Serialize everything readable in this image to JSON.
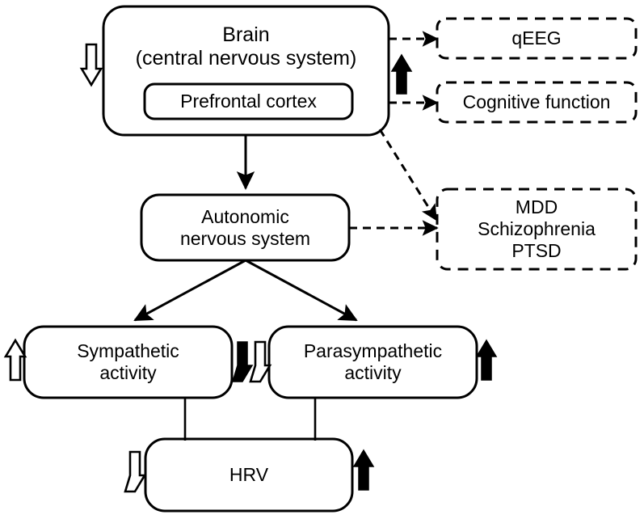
{
  "diagram": {
    "title": "Brain-autonomic-HRV relationship diagram",
    "stroke_color": "#000000",
    "background_color": "#ffffff",
    "nodes": {
      "brain": {
        "label": "Brain\n(central nervous system)",
        "line1": "Brain",
        "line2": "(central nervous system)",
        "style": "solid-rounded"
      },
      "prefrontal_cortex": {
        "label": "Prefrontal cortex",
        "style": "solid-rounded"
      },
      "autonomic_nervous_system": {
        "label": "Autonomic\nnervous system",
        "line1": "Autonomic",
        "line2": "nervous system",
        "style": "solid-rounded"
      },
      "sympathetic": {
        "label": "Sympathetic\nactivity",
        "line1": "Sympathetic",
        "line2": "activity",
        "style": "solid-rounded"
      },
      "parasympathetic": {
        "label": "Parasympathetic\nactivity",
        "line1": "Parasympathetic",
        "line2": "activity",
        "style": "solid-rounded"
      },
      "hrv": {
        "label": "HRV",
        "style": "solid-rounded"
      },
      "qeeg": {
        "label": "qEEG",
        "style": "dashed-rounded"
      },
      "cognitive_function": {
        "label": "Cognitive function",
        "style": "dashed-rounded"
      },
      "disorders": {
        "label": "MDD\nSchizophrenia\nPTSD",
        "line1": "MDD",
        "line2": "Schizophrenia",
        "line3": "PTSD",
        "style": "dashed-rounded"
      }
    },
    "markers": [
      {
        "name": "brain-decrease-marker",
        "glyph": "hollow-down-arrow",
        "meaning": "decrease",
        "fill": "white"
      },
      {
        "name": "brain-increase-marker",
        "glyph": "solid-up-arrow",
        "meaning": "increase",
        "fill": "black"
      },
      {
        "name": "sympathetic-increase-marker",
        "glyph": "hollow-up-arrow",
        "meaning": "increase",
        "fill": "white"
      },
      {
        "name": "sympathetic-decrease-marker",
        "glyph": "solid-down-arrow",
        "meaning": "decrease",
        "fill": "black"
      },
      {
        "name": "parasympathetic-decrease-marker",
        "glyph": "hollow-down-arrow",
        "meaning": "decrease",
        "fill": "white"
      },
      {
        "name": "parasympathetic-increase-marker",
        "glyph": "solid-up-arrow",
        "meaning": "increase",
        "fill": "black"
      },
      {
        "name": "hrv-decrease-marker",
        "glyph": "hollow-down-arrow",
        "meaning": "decrease",
        "fill": "white"
      },
      {
        "name": "hrv-increase-marker",
        "glyph": "solid-up-arrow",
        "meaning": "increase",
        "fill": "black"
      }
    ],
    "edges": [
      {
        "name": "brain-to-ans-edge",
        "from": "brain",
        "to": "autonomic_nervous_system",
        "style": "solid",
        "arrow": true
      },
      {
        "name": "brain-to-qeeg-edge",
        "from": "brain",
        "to": "qeeg",
        "style": "dashed",
        "arrow": true
      },
      {
        "name": "brain-to-cognitive-edge",
        "from": "brain",
        "to": "cognitive_function",
        "style": "dashed",
        "arrow": true
      },
      {
        "name": "brain-to-disorders-edge",
        "from": "brain",
        "to": "disorders",
        "style": "dashed",
        "arrow": true
      },
      {
        "name": "ans-to-disorders-edge",
        "from": "autonomic_nervous_system",
        "to": "disorders",
        "style": "dashed",
        "arrow": true
      },
      {
        "name": "ans-to-sympathetic-edge",
        "from": "autonomic_nervous_system",
        "to": "sympathetic",
        "style": "solid",
        "arrow": true
      },
      {
        "name": "ans-to-parasympathetic-edge",
        "from": "autonomic_nervous_system",
        "to": "parasympathetic",
        "style": "solid",
        "arrow": true
      },
      {
        "name": "sympathetic-to-hrv-edge",
        "from": "sympathetic",
        "to": "hrv",
        "style": "solid",
        "arrow": false
      },
      {
        "name": "parasympathetic-to-hrv-edge",
        "from": "parasympathetic",
        "to": "hrv",
        "style": "solid",
        "arrow": false
      }
    ]
  }
}
